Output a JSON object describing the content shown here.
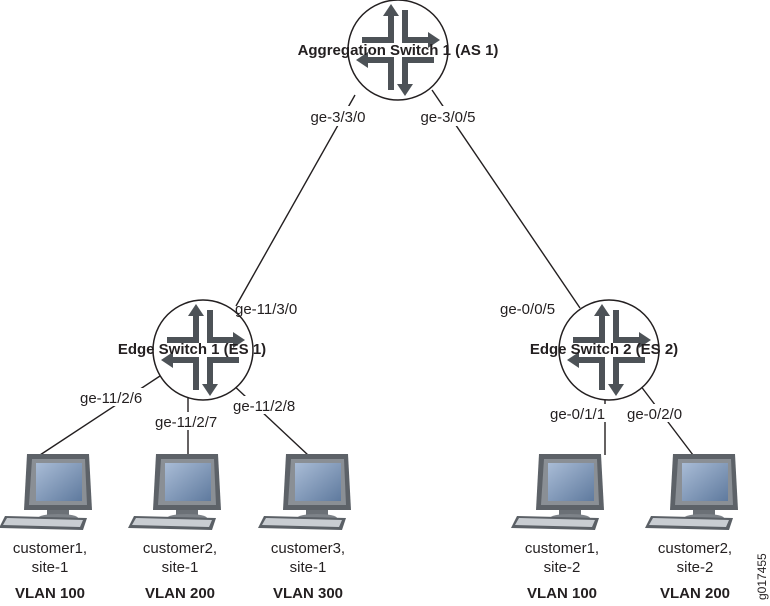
{
  "switches": {
    "as1": {
      "label": "Aggregation Switch 1 (AS 1)"
    },
    "es1": {
      "label": "Edge Switch 1 (ES 1)"
    },
    "es2": {
      "label": "Edge Switch 2 (ES 2)"
    }
  },
  "interfaces": {
    "as1_to_es1": "ge-3/3/0",
    "as1_to_es2": "ge-3/0/5",
    "es1_uplink": "ge-11/3/0",
    "es2_uplink": "ge-0/0/5",
    "es1_c1": "ge-11/2/6",
    "es1_c2": "ge-11/2/7",
    "es1_c3": "ge-11/2/8",
    "es2_c1": "ge-0/1/1",
    "es2_c2": "ge-0/2/0"
  },
  "hosts": [
    {
      "name": "customer1,",
      "site": "site-1",
      "vlan": "VLAN 100"
    },
    {
      "name": "customer2,",
      "site": "site-1",
      "vlan": "VLAN 200"
    },
    {
      "name": "customer3,",
      "site": "site-1",
      "vlan": "VLAN 300"
    },
    {
      "name": "customer1,",
      "site": "site-2",
      "vlan": "VLAN 100"
    },
    {
      "name": "customer2,",
      "site": "site-2",
      "vlan": "VLAN 200"
    }
  ],
  "figure_id": "g017455",
  "colors": {
    "router_arrow": "#4d5257",
    "screen": "#7f97b8",
    "monitor": "#6b7076"
  }
}
